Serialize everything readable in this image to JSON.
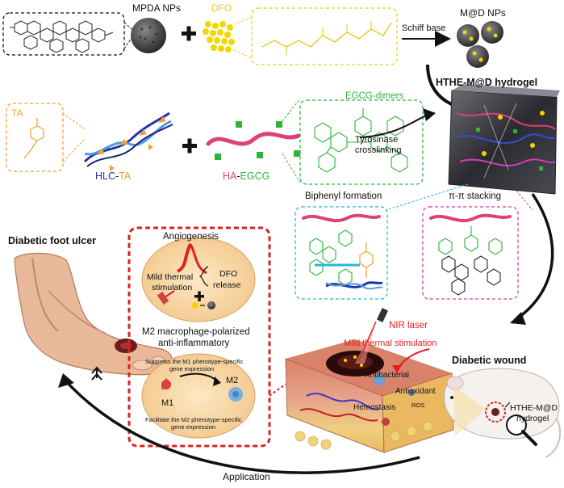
{
  "colors": {
    "yellow": "#f2d600",
    "green": "#2db53a",
    "cyan": "#22b7d6",
    "magenta": "#d63ab6",
    "red": "#e02020",
    "orange": "#f0a030",
    "blue": "#2433a8",
    "pink": "#e0407a"
  },
  "synthesis": {
    "mpda_label": "MPDA NPs",
    "dfo_label": "DFO",
    "schiff_label": "Schiff base",
    "md_label": "M@D NPs",
    "plus": "+"
  },
  "hydrogel": {
    "title": "HTHE-M@D hydrogel",
    "tyrosinase_line1": "Tyrosinase",
    "tyrosinase_line2": "crosslinking",
    "biphenyl": "Biphenyl formation",
    "pipi": "π-π stacking"
  },
  "polymers": {
    "ta_label": "TA",
    "hlc": "HLC",
    "hlc_ta_dash": "-",
    "hlc_ta_ta": "TA",
    "ha": "HA",
    "ha_dash": "-",
    "egcg": "EGCG",
    "egcg_dimers": "EGCG-dimers",
    "plus": "+"
  },
  "therapy": {
    "foot_title": "Diabetic foot ulcer",
    "angiogenesis": "Angiogenesis",
    "mild_line1": "Mild thermal",
    "mild_line2": "stimulation",
    "dfo_line1": "DFO",
    "dfo_line2": "release",
    "m2_line1": "M2 macrophage-polarized",
    "m2_line2": "anti-inflammatory",
    "suppress_line1": "Suppress the M1 phenotype-specific",
    "suppress_line2": "gene expression",
    "m1": "M1",
    "m2": "M2",
    "facilitate_line1": "Facilitate the M2 phenotype-specific",
    "facilitate_line2": "gene expression",
    "nir": "NIR laser",
    "mild_stim": "Mild thermal stimulation",
    "antibacterial": "Antibacterial",
    "antioxidant": "Antioxidant",
    "hemostasis": "Hemostasis",
    "ros": "ROS",
    "wound": "Diabetic wound",
    "mouse_gel_line1": "HTHE-M@D",
    "mouse_gel_line2": "hydrogel",
    "application": "Application",
    "plus": "+"
  }
}
